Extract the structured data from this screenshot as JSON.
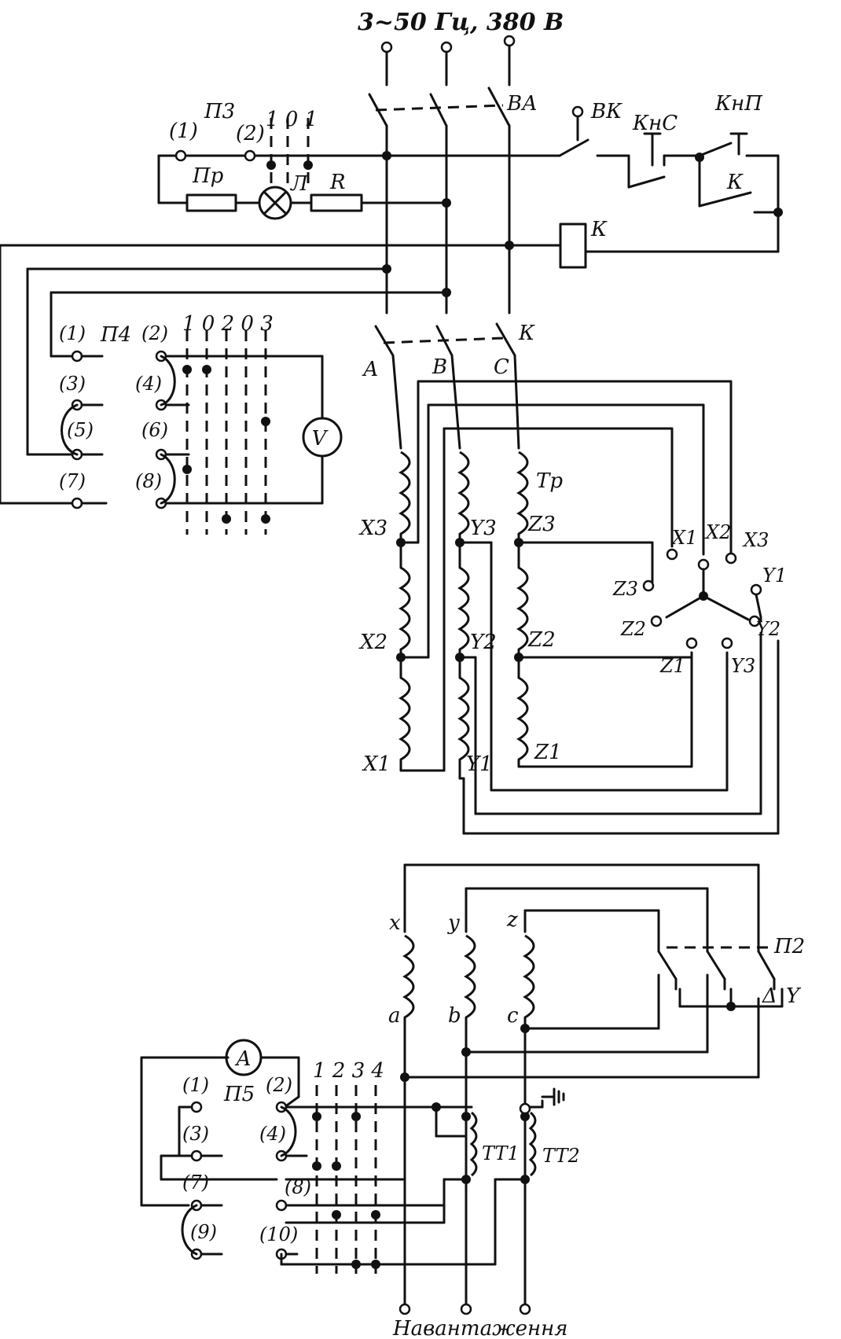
{
  "supply": {
    "label": "3~50 Гц, 380 В"
  },
  "labels": {
    "breaker": "ВА",
    "switch_vk": "ВК",
    "knc": "КнС",
    "knp": "КнП",
    "k_contact": "К",
    "k_coil": "К",
    "k_main": "К",
    "p3": "П3",
    "p3_pos1": "(1)",
    "p3_pos2": "(2)",
    "p3_cols": "1 0 1",
    "fuse": "Пр",
    "lamp": "Л",
    "resistor": "R",
    "p4": "П4",
    "p4_cols": "1 0 2 0 3",
    "voltmeter": "V",
    "phase_a": "А",
    "phase_b": "В",
    "phase_c": "С",
    "transformer": "Тр",
    "x1": "X1",
    "x2": "X2",
    "x3": "X3",
    "y1": "Y1",
    "y2": "Y2",
    "y3": "Y3",
    "z1": "Z1",
    "z2": "Z2",
    "z3": "Z3",
    "sec_x": "x",
    "sec_y": "y",
    "sec_z": "z",
    "sec_a": "a",
    "sec_b": "b",
    "sec_c": "c",
    "p2": "П2",
    "delta": "Δ",
    "star": "Y",
    "ammeter": "A",
    "p5": "П5",
    "p5_cols": "1 2 3 4",
    "tt1": "TT1",
    "tt2": "TT2",
    "load": "Навантаження"
  },
  "p4_positions": [
    "(1)",
    "(2)",
    "(3)",
    "(4)",
    "(5)",
    "(6)",
    "(7)",
    "(8)"
  ],
  "p5_positions": [
    "(1)",
    "(2)",
    "(3)",
    "(4)",
    "(7)",
    "(8)",
    "(9)",
    "(10)"
  ]
}
